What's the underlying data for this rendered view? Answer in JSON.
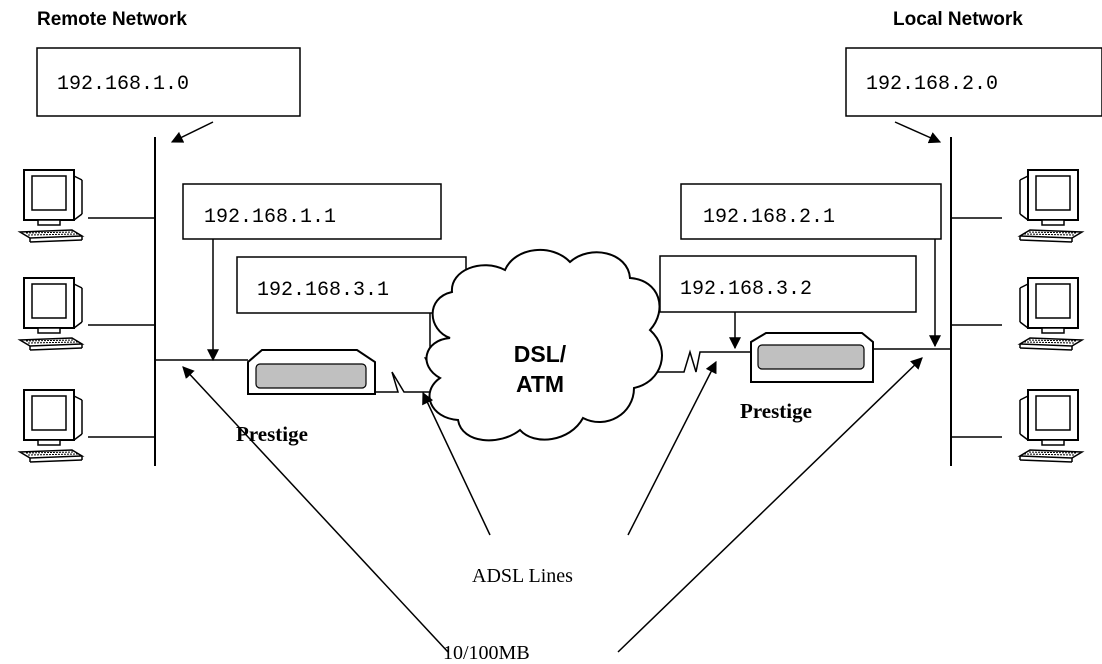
{
  "headings": {
    "remote": "Remote Network",
    "local": "Local Network"
  },
  "addresses": {
    "remote_network": "192.168.1.0",
    "local_network": "192.168.2.0",
    "remote_lan_ip": "192.168.1.1",
    "remote_wan_ip": "192.168.3.1",
    "local_lan_ip": "192.168.2.1",
    "local_wan_ip": "192.168.3.2"
  },
  "cloud_label": [
    "DSL/",
    "ATM"
  ],
  "devices": {
    "left": "Prestige",
    "right": "Prestige"
  },
  "annotations": {
    "lines": "ADSL Lines",
    "ethernet": "10/100MB"
  },
  "colors": {
    "stroke": "#000000",
    "device_panel": "#c0c0c0",
    "background": "#ffffff"
  }
}
